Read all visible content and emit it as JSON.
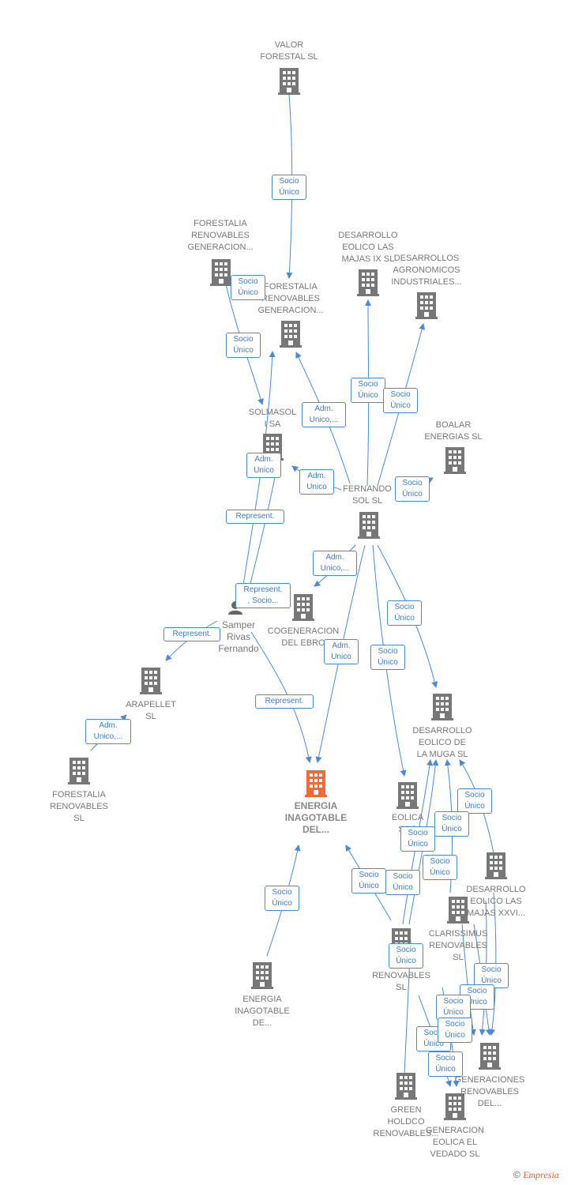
{
  "nodes": {
    "valor_forestal": "VALOR\nFORESTAL SL",
    "forestalia_gen_top": "FORESTALIA\nRENOVABLES\nGENERACION...",
    "forestalia_gen_mid": "FORESTALIA\nRENOVABLES\nGENERACION...",
    "desarrollo_majas_ix": "DESARROLLO\nEOLICO LAS\nMAJAS IX  SL",
    "desarrollos_agronomicos": "DESARROLLOS\nAGRONOMICOS\nINDUSTRIALES...",
    "solmasol": "SOLMASOL\nI SA",
    "boalar": "BOALAR\nENERGIAS  SL",
    "fernando_sol": "FERNANDO\nSOL SL",
    "samper": "Samper\nRivas\nFernando",
    "cogeneracion": "COGENERACION\nDEL EBRO",
    "arapellet": "ARAPELLET\nSL",
    "forestalia_sl": "FORESTALIA\nRENOVABLES\nSL",
    "energia_main": "ENERGIA\nINAGOTABLE\nDEL...",
    "energia_de": "ENERGIA\nINAGOTABLE\nDE...",
    "muga": "DESARROLLO\nEOLICO DE\nLA MUGA SL",
    "eolica_sos": "EOLICA\nSOS\nD",
    "majas_xxvi": "DESARROLLO\nEOLICO LAS\nMAJAS XXVI...",
    "clarissimus": "CLARISSIMUS\nRENOVABLES\nSL",
    "nu_renovables": "NU\nRENOVABLES\nSL",
    "generaciones": "GENERACIONES\nRENOVABLES\nDEL...",
    "green_holdco": "GREEN\nHOLDCO\nRENOVABLES...",
    "vedado": "GENERACION\nEOLICA EL\nVEDADO SL"
  },
  "tags": {
    "t1": "Socio\nÚnico",
    "t2": "Socio\nÚnico",
    "t3": "Socio\nÚnico",
    "t4": "Socio\nÚnico",
    "t5": "Socio\nÚnico",
    "t6": "Adm.\nUnico,...",
    "t7": "Adm.\nUnico",
    "t8": "Adm.\nUnico",
    "t9": "Socio\nÚnico",
    "t10": "Represent.",
    "t11": "Adm.\nUnico,...",
    "t12": "Represent.\n, Socio...",
    "t13": "Represent.",
    "t14": "Socio\nÚnico",
    "t15": "Socio\nÚnico",
    "t16": "Adm.\nUnico",
    "t17": "Adm.\nUnico,...",
    "t18": "Represent.",
    "t19": "Socio\nÚnico",
    "t20": "Socio\nÚnico",
    "t21": "Socio\nÚnico",
    "t22": "Socio\nÚnico",
    "t23": "Socio\nÚnico",
    "t24": "Socio\nÚnico",
    "t25": "Socio\nÚnico",
    "t26": "Socio\nÚnico",
    "t27": "Socio\nÚnico",
    "t28": "Socio\nÚnico",
    "t29": "Socio\nÚnico",
    "t30": "Socio\nÚnico",
    "t31": "Socio\nÚnico",
    "t32": "Socio\nÚnico"
  },
  "footer": {
    "copyright": "©",
    "brand": "Empresia"
  },
  "colors": {
    "building": "#777777",
    "main_building": "#f06a38",
    "edge": "#4a8ad4"
  }
}
